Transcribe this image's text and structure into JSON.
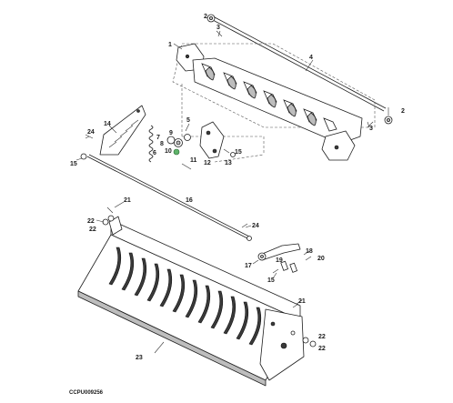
{
  "drawing_id": "CCPU009256",
  "callouts": [
    "1",
    "2",
    "3",
    "4",
    "5",
    "6",
    "7",
    "8",
    "9",
    "10",
    "11",
    "12",
    "13",
    "14",
    "15",
    "16",
    "17",
    "18",
    "19",
    "20",
    "21",
    "22",
    "23",
    "24",
    "2",
    "3",
    "15",
    "15",
    "21",
    "22",
    "22",
    "24"
  ],
  "colors": {
    "line": "#1f1f1f",
    "accent": "#5fb36a"
  }
}
